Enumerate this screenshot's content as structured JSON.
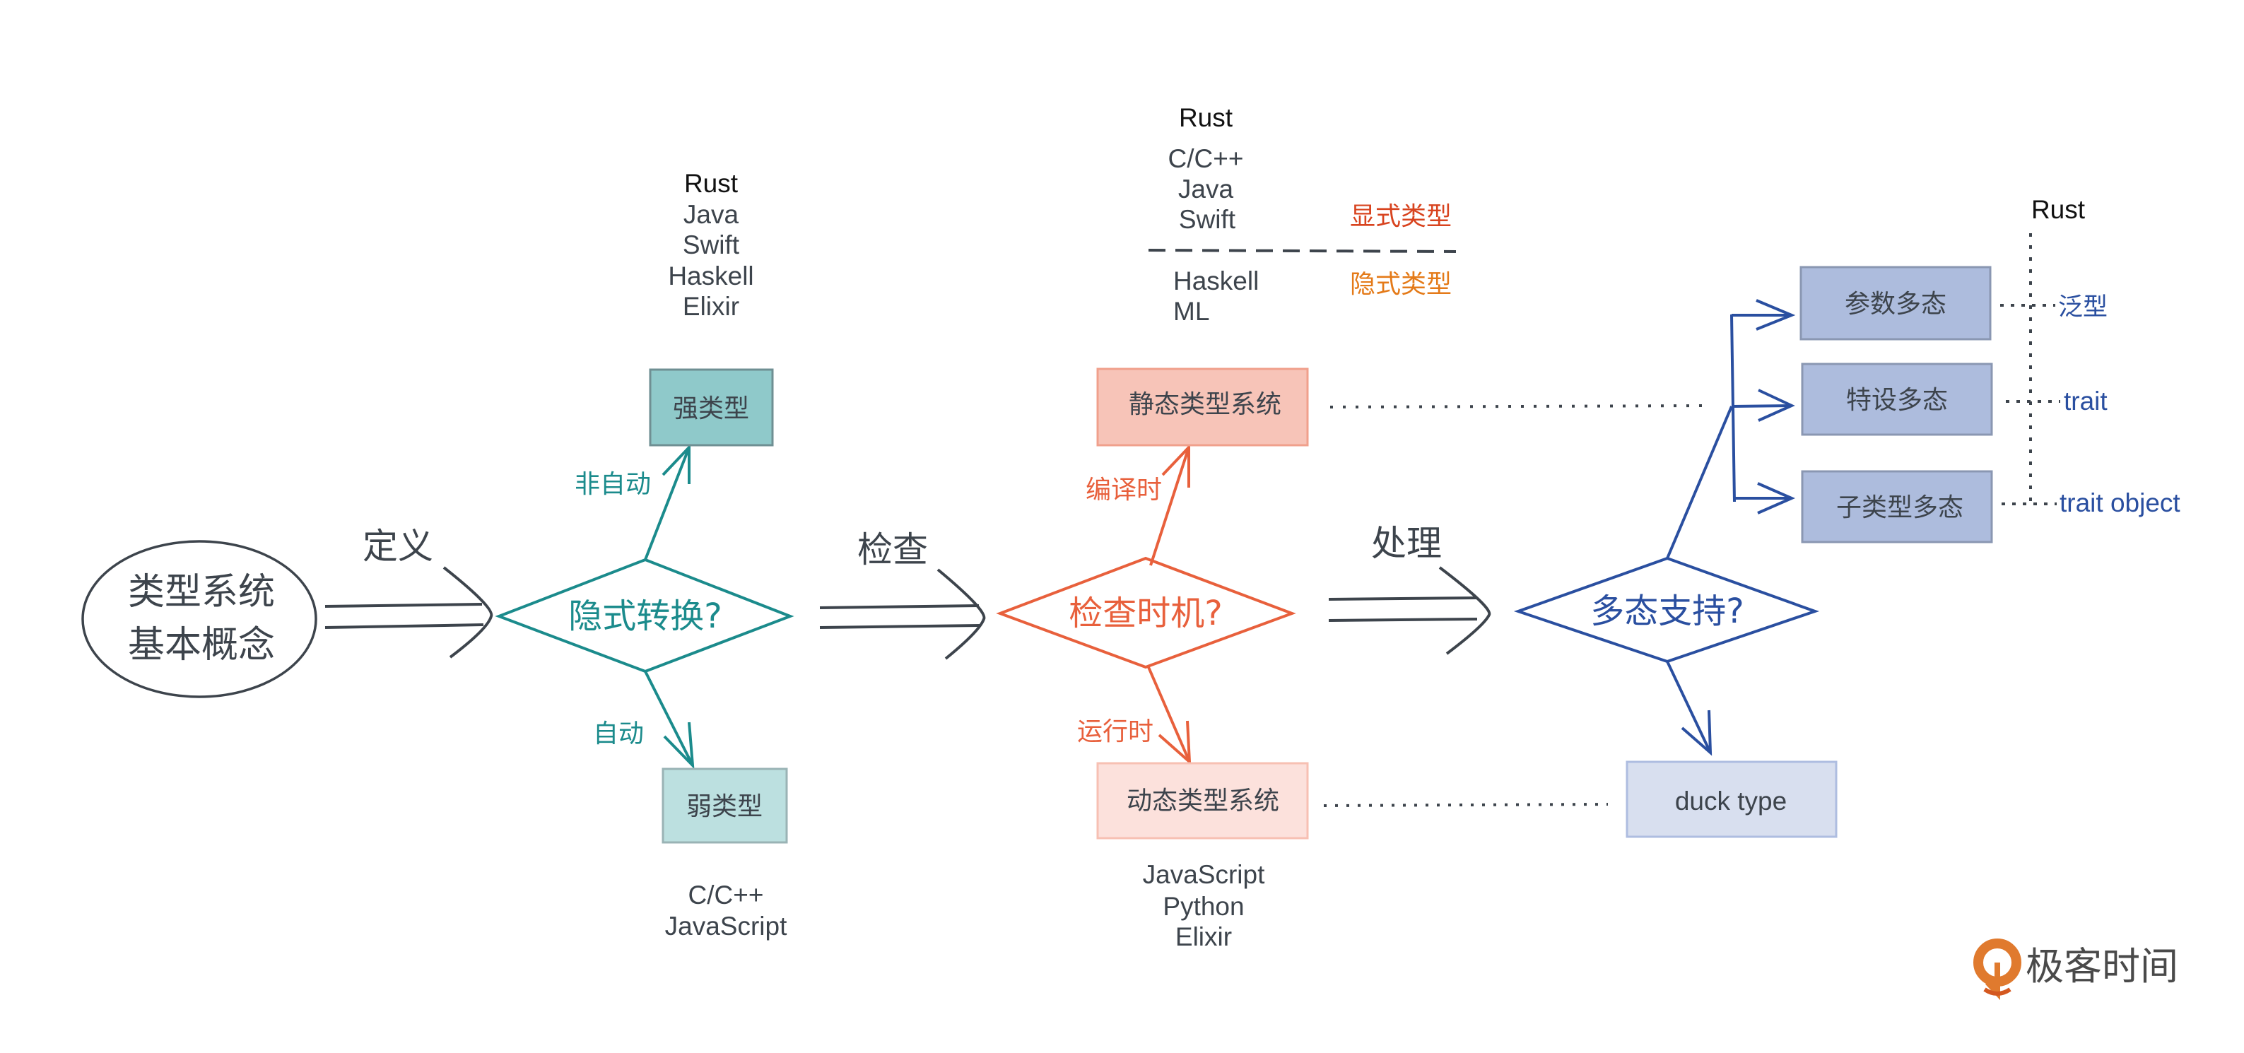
{
  "colors": {
    "dark": "#3d444c",
    "black": "#111111",
    "teal": "#1b8b8c",
    "teal_strong_fill": "#8fc9ca",
    "teal_weak_fill": "#bce0e0",
    "red": "#e8603c",
    "static_fill": "#f7c4b8",
    "static_border": "#f0a08c",
    "dynamic_fill": "#fce1dc",
    "dynamic_border": "#f7c0b3",
    "explicit_red": "#d8431e",
    "implicit_orange": "#e47a18",
    "blue": "#2a4fa0",
    "poly_fill": "#adbcdd",
    "poly_border": "#8a97b2",
    "duck_fill": "#d8dfef",
    "duck_border": "#aebde0",
    "logo_orange": "#e07a2e",
    "logo_text": "#4a4a4a"
  },
  "start": {
    "line1": "类型系统",
    "line2": "基本概念"
  },
  "edges": {
    "define": "定义",
    "check": "检查",
    "handle": "处理"
  },
  "implicit_conversion": {
    "question": "隐式转换?",
    "no_label": "非自动",
    "yes_label": "自动",
    "strong": {
      "label": "强类型",
      "languages": [
        "Rust",
        "Java",
        "Swift",
        "Haskell",
        "Elixir"
      ]
    },
    "weak": {
      "label": "弱类型",
      "languages": [
        "C/C++",
        "JavaScript"
      ]
    }
  },
  "check_timing": {
    "question": "检查时机?",
    "compile_label": "编译时",
    "runtime_label": "运行时",
    "static": {
      "label": "静态类型系统"
    },
    "dynamic": {
      "label": "动态类型系统",
      "languages": [
        "JavaScript",
        "Python",
        "Elixir"
      ]
    },
    "explicit": {
      "label": "显式类型",
      "languages": [
        "Rust",
        "C/C++",
        "Java",
        "Swift"
      ]
    },
    "implicit": {
      "label": "隐式类型",
      "languages": [
        "Haskell",
        "ML"
      ]
    }
  },
  "polymorphism": {
    "question": "多态支持?",
    "kinds": [
      {
        "label": "参数多态",
        "rust": "泛型"
      },
      {
        "label": "特设多态",
        "rust": "trait"
      },
      {
        "label": "子类型多态",
        "rust": "trait object"
      }
    ],
    "rust_header": "Rust",
    "duck": {
      "label": "duck type"
    }
  },
  "logo": {
    "text": "极客时间"
  }
}
